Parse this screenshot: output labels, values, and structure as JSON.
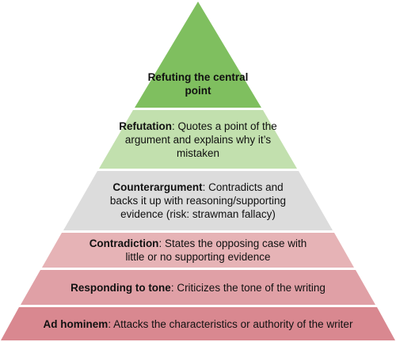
{
  "pyramid": {
    "tiers": [
      {
        "bold": "Refuting the central point",
        "rest": "",
        "color": "#7fbf5f"
      },
      {
        "bold": "Refutation",
        "rest": ": Quotes a point of the argument and explains why it’s mistaken",
        "color": "#c2e0ae"
      },
      {
        "bold": "Counterargument",
        "rest": ": Contradicts and backs it up with reasoning/supporting evidence (risk: strawman fallacy)",
        "color": "#dcdcdc"
      },
      {
        "bold": "Contradiction",
        "rest": ": States the opposing case with little or no supporting evidence",
        "color": "#e6b3b6"
      },
      {
        "bold": "Responding to tone",
        "rest": ": Criticizes the tone of the writing",
        "color": "#e0a0a6"
      },
      {
        "bold": "Ad hominem",
        "rest": ": Attacks the characteristics or authority of the writer",
        "color": "#d98890"
      }
    ]
  }
}
